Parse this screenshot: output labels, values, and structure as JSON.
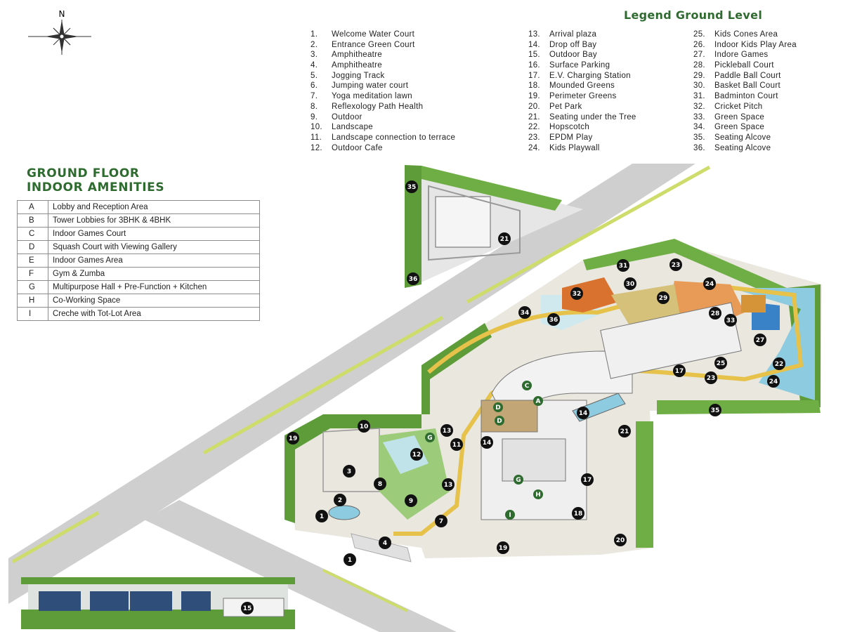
{
  "compass": {
    "label": "N"
  },
  "legend": {
    "title": "Legend Ground Level",
    "items": [
      {
        "num": "1.",
        "label": "Welcome Water Court"
      },
      {
        "num": "2.",
        "label": "Entrance Green Court"
      },
      {
        "num": "3.",
        "label": "Amphitheatre"
      },
      {
        "num": "4.",
        "label": "Amphitheatre"
      },
      {
        "num": "5.",
        "label": "Jogging Track"
      },
      {
        "num": "6.",
        "label": "Jumping water court"
      },
      {
        "num": "7.",
        "label": "Yoga meditation lawn"
      },
      {
        "num": "8.",
        "label": "Reflexology Path Health"
      },
      {
        "num": "9.",
        "label": "Outdoor"
      },
      {
        "num": "10.",
        "label": "Landscape"
      },
      {
        "num": "11.",
        "label": "Landscape connection to terrace"
      },
      {
        "num": "12.",
        "label": "Outdoor Cafe"
      },
      {
        "num": "13.",
        "label": "Arrival plaza"
      },
      {
        "num": "14.",
        "label": "Drop off Bay"
      },
      {
        "num": "15.",
        "label": "Outdoor Bay"
      },
      {
        "num": "16.",
        "label": "Surface Parking"
      },
      {
        "num": "17.",
        "label": "E.V. Charging Station"
      },
      {
        "num": "18.",
        "label": "Mounded Greens"
      },
      {
        "num": "19.",
        "label": "Perimeter Greens"
      },
      {
        "num": "20.",
        "label": "Pet Park"
      },
      {
        "num": "21.",
        "label": "Seating under the Tree"
      },
      {
        "num": "22.",
        "label": "Hopscotch"
      },
      {
        "num": "23.",
        "label": "EPDM Play"
      },
      {
        "num": "24.",
        "label": "Kids Playwall"
      },
      {
        "num": "25.",
        "label": "Kids Cones Area"
      },
      {
        "num": "26.",
        "label": "Indoor Kids Play Area"
      },
      {
        "num": "27.",
        "label": "Indore Games"
      },
      {
        "num": "28.",
        "label": "Pickleball Court"
      },
      {
        "num": "29.",
        "label": "Paddle Ball Court"
      },
      {
        "num": "30.",
        "label": "Basket Ball Court"
      },
      {
        "num": "31.",
        "label": "Badminton Court"
      },
      {
        "num": "32.",
        "label": "Cricket Pitch"
      },
      {
        "num": "33.",
        "label": "Green Space"
      },
      {
        "num": "34.",
        "label": "Green Space"
      },
      {
        "num": "35.",
        "label": "Seating Alcove"
      },
      {
        "num": "36.",
        "label": "Seating Alcove"
      }
    ]
  },
  "indoor": {
    "title_line1": "GROUND FLOOR",
    "title_line2": "INDOOR AMENITIES",
    "rows": [
      {
        "code": "A",
        "label": "Lobby and Reception Area"
      },
      {
        "code": "B",
        "label": "Tower Lobbies for 3BHK & 4BHK"
      },
      {
        "code": "C",
        "label": "Indoor Games Court"
      },
      {
        "code": "D",
        "label": "Squash Court with Viewing Gallery"
      },
      {
        "code": "E",
        "label": "Indoor Games Area"
      },
      {
        "code": "F",
        "label": "Gym & Zumba"
      },
      {
        "code": "G",
        "label": "Multipurpose Hall + Pre-Function + Kitchen"
      },
      {
        "code": "H",
        "label": "Co-Working Space"
      },
      {
        "code": "I",
        "label": "Creche with Tot-Lot Area"
      }
    ]
  },
  "markers": [
    {
      "name": "1",
      "label": "1"
    },
    {
      "name": "1b",
      "label": "1"
    },
    {
      "name": "2",
      "label": "2"
    },
    {
      "name": "3",
      "label": "3"
    },
    {
      "name": "4",
      "label": "4"
    },
    {
      "name": "7",
      "label": "7"
    },
    {
      "name": "8",
      "label": "8"
    },
    {
      "name": "9",
      "label": "9"
    },
    {
      "name": "10",
      "label": "10"
    },
    {
      "name": "11",
      "label": "11"
    },
    {
      "name": "12",
      "label": "12"
    },
    {
      "name": "13",
      "label": "13"
    },
    {
      "name": "13b",
      "label": "13"
    },
    {
      "name": "14",
      "label": "14"
    },
    {
      "name": "14b",
      "label": "14"
    },
    {
      "name": "15",
      "label": "15"
    },
    {
      "name": "17",
      "label": "17"
    },
    {
      "name": "17b",
      "label": "17"
    },
    {
      "name": "18",
      "label": "18"
    },
    {
      "name": "19",
      "label": "19"
    },
    {
      "name": "19b",
      "label": "19"
    },
    {
      "name": "20",
      "label": "20"
    },
    {
      "name": "21",
      "label": "21"
    },
    {
      "name": "21b",
      "label": "21"
    },
    {
      "name": "22",
      "label": "22"
    },
    {
      "name": "23",
      "label": "23"
    },
    {
      "name": "23b",
      "label": "23"
    },
    {
      "name": "24",
      "label": "24"
    },
    {
      "name": "24b",
      "label": "24"
    },
    {
      "name": "25",
      "label": "25"
    },
    {
      "name": "27",
      "label": "27"
    },
    {
      "name": "28",
      "label": "28"
    },
    {
      "name": "29",
      "label": "29"
    },
    {
      "name": "30",
      "label": "30"
    },
    {
      "name": "31",
      "label": "31"
    },
    {
      "name": "32",
      "label": "32"
    },
    {
      "name": "33",
      "label": "33"
    },
    {
      "name": "34",
      "label": "34"
    },
    {
      "name": "35",
      "label": "35"
    },
    {
      "name": "35b",
      "label": "35"
    },
    {
      "name": "36",
      "label": "36"
    },
    {
      "name": "36b",
      "label": "36"
    },
    {
      "name": "3x",
      "label": "3"
    }
  ],
  "zones": [
    {
      "name": "A",
      "label": "A"
    },
    {
      "name": "C",
      "label": "C"
    },
    {
      "name": "D",
      "label": "D"
    },
    {
      "name": "D2",
      "label": "D"
    },
    {
      "name": "G",
      "label": "G"
    },
    {
      "name": "H",
      "label": "H"
    },
    {
      "name": "I",
      "label": "I"
    },
    {
      "name": "G2",
      "label": "G"
    }
  ],
  "colors": {
    "title_green": "#2e6b2f",
    "road": "#cfcfcf",
    "road_marking": "#cddc6a",
    "greenery": "#5e9c3a",
    "path_yellow": "#e6c24a",
    "water": "#8ccbe0",
    "orange_court": "#d9722f",
    "marker": "#111111"
  }
}
